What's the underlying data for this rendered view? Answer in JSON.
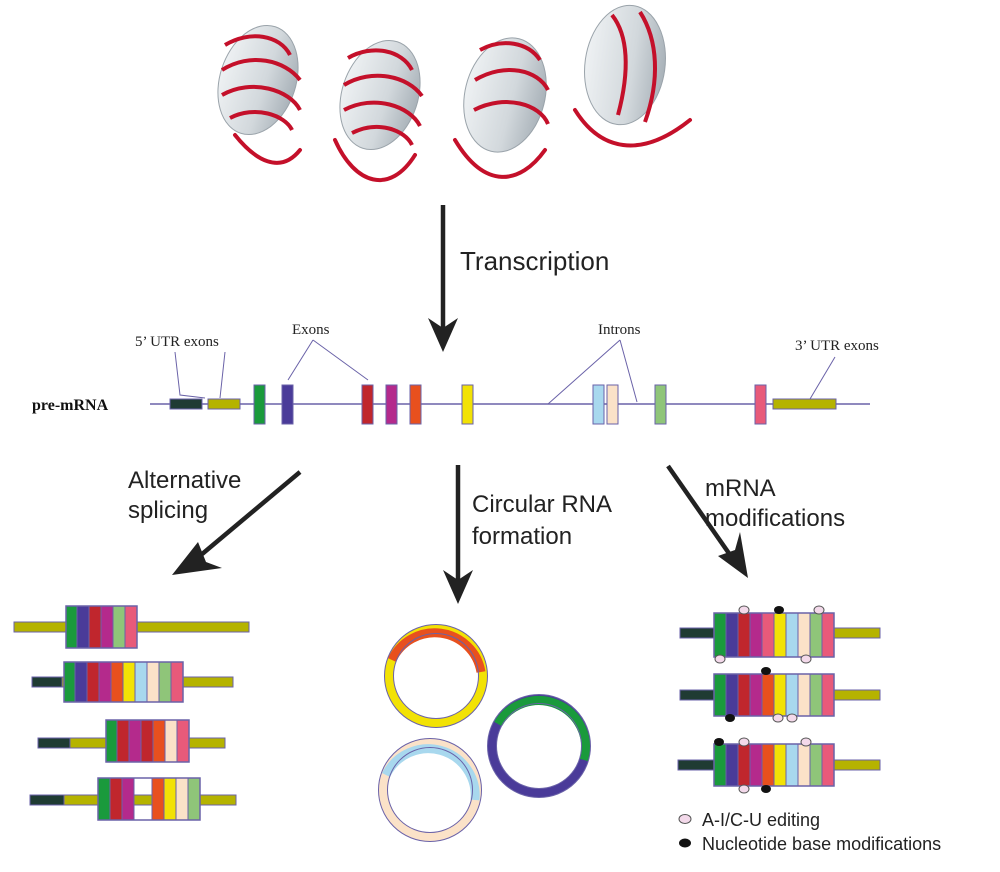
{
  "labels": {
    "transcription": "Transcription",
    "five_utr": "5’ UTR exons",
    "exons": "Exons",
    "introns": "Introns",
    "three_utr": "3’ UTR exons",
    "pre_mrna": "pre-mRNA",
    "alt_splicing_1": "Alternative",
    "alt_splicing_2": "splicing",
    "circ_1": "Circular RNA",
    "circ_2": "formation",
    "mod_1": "mRNA",
    "mod_2": "modifications"
  },
  "legend": {
    "editing": "A-I/C-U editing",
    "base_mod": "Nucleotide base modifications"
  },
  "colors": {
    "utr5": "#1f3b33",
    "utr_olive": "#b5b300",
    "exon_green": "#1a9a3c",
    "exon_indigo": "#4a3b99",
    "exon_red": "#c0262d",
    "exon_magenta": "#b42a8c",
    "exon_orange": "#e8501e",
    "exon_yellow": "#f2e205",
    "exon_lightblue": "#a8d8ee",
    "exon_peach": "#fbe2c8",
    "exon_lightgreen": "#8fc579",
    "exon_pink": "#e85a7a",
    "dna": "#c4102a",
    "histone": "#d6dbdf",
    "line": "#6a62a8"
  }
}
